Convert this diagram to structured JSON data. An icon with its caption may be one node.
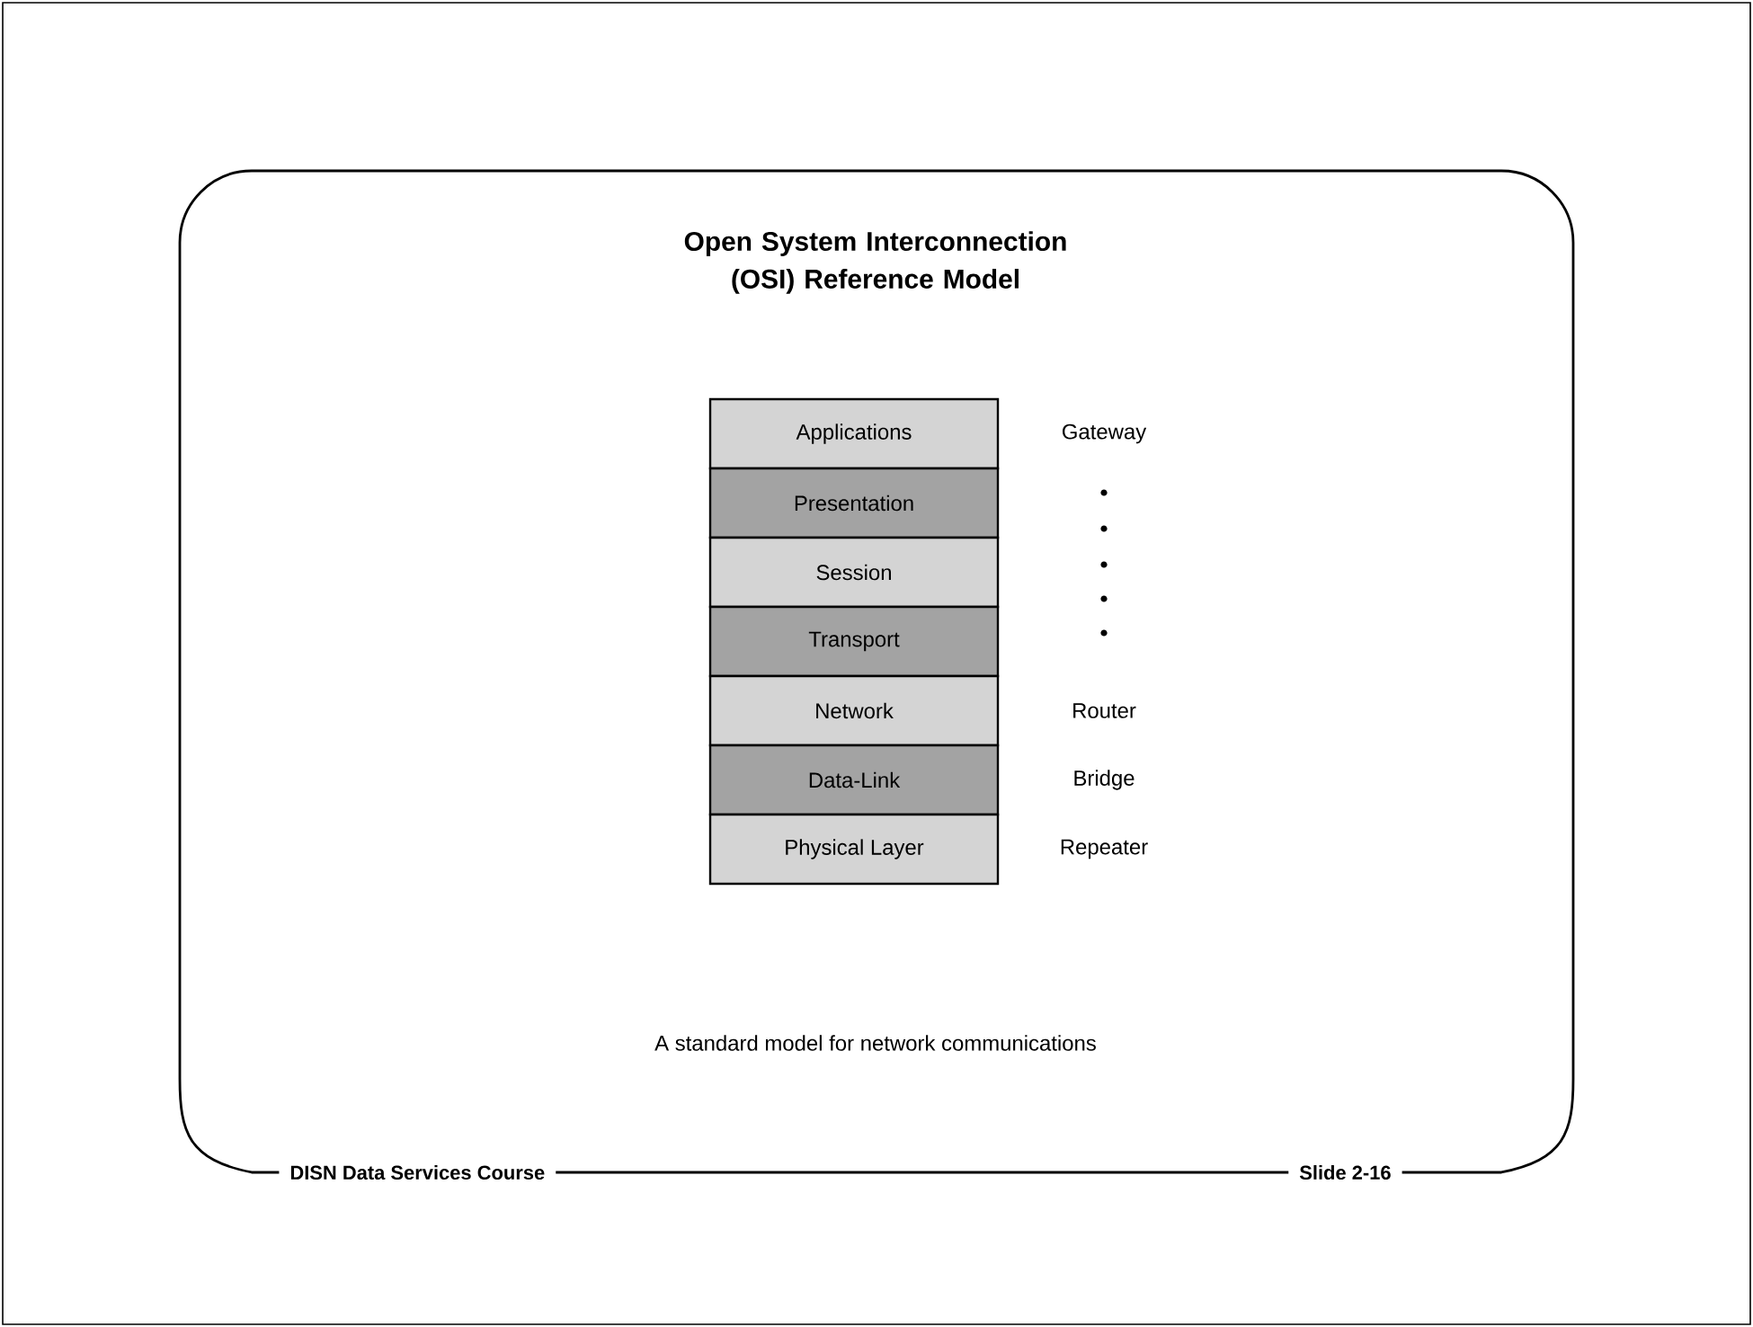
{
  "diagram": {
    "title": "Open System Interconnection (OSI) Reference Model",
    "caption": "A standard model for network communications",
    "nodes": [
      {
        "text": [
          "Applications"
        ]
      },
      {
        "text": [
          "Presentation"
        ]
      },
      {
        "text": [
          "Session"
        ]
      },
      {
        "text": [
          "Transport"
        ]
      },
      {
        "text": [
          "Network"
        ]
      },
      {
        "text": [
          "Data-Link"
        ]
      },
      {
        "text": [
          "Physical Layer"
        ]
      }
    ],
    "labels": [
      "Gateway",
      "Router",
      "Bridge",
      "Repeater",
      "DISN Data Services Course",
      "Slide 2-16"
    ]
  }
}
